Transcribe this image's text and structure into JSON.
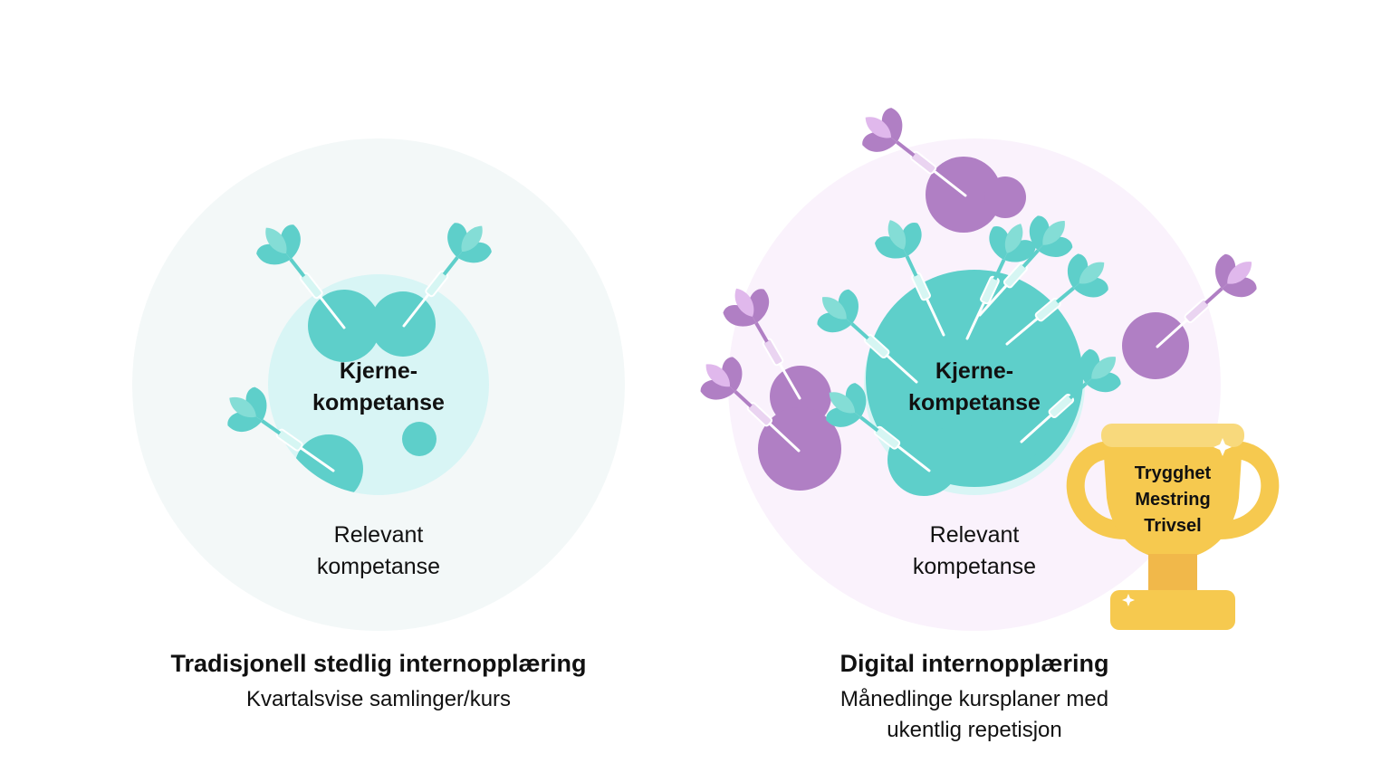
{
  "left": {
    "core_line1": "Kjerne-",
    "core_line2": "kompetanse",
    "relevant_line1": "Relevant",
    "relevant_line2": "kompetanse",
    "title": "Tradisjonell stedlig internopplæring",
    "subtitle": "Kvartalsvise samlinger/kurs"
  },
  "right": {
    "core_line1": "Kjerne-",
    "core_line2": "kompetanse",
    "relevant_line1": "Relevant",
    "relevant_line2": "kompetanse",
    "title": "Digital internopplæring",
    "subtitle_line1": "Månedlinge kursplaner med",
    "subtitle_line2": "ukentlig repetisjon"
  },
  "trophy": {
    "line1": "Trygghet",
    "line2": "Mestring",
    "line3": "Trivsel"
  },
  "icons": {
    "dart": "dart-icon",
    "trophy": "trophy-icon",
    "sparkle": "sparkle-icon"
  },
  "colors": {
    "outer_left": "#f3f8f8",
    "outer_right": "#faf2fc",
    "inner": "#d8f5f5",
    "teal": "#5ecfca",
    "teal_light": "#7fdcd6",
    "purple": "#b07fc4",
    "purple_light": "#e0b8ec",
    "gold": "#f6c94f",
    "gold_light": "#f8d97c",
    "gold_dark": "#f1b84a"
  }
}
